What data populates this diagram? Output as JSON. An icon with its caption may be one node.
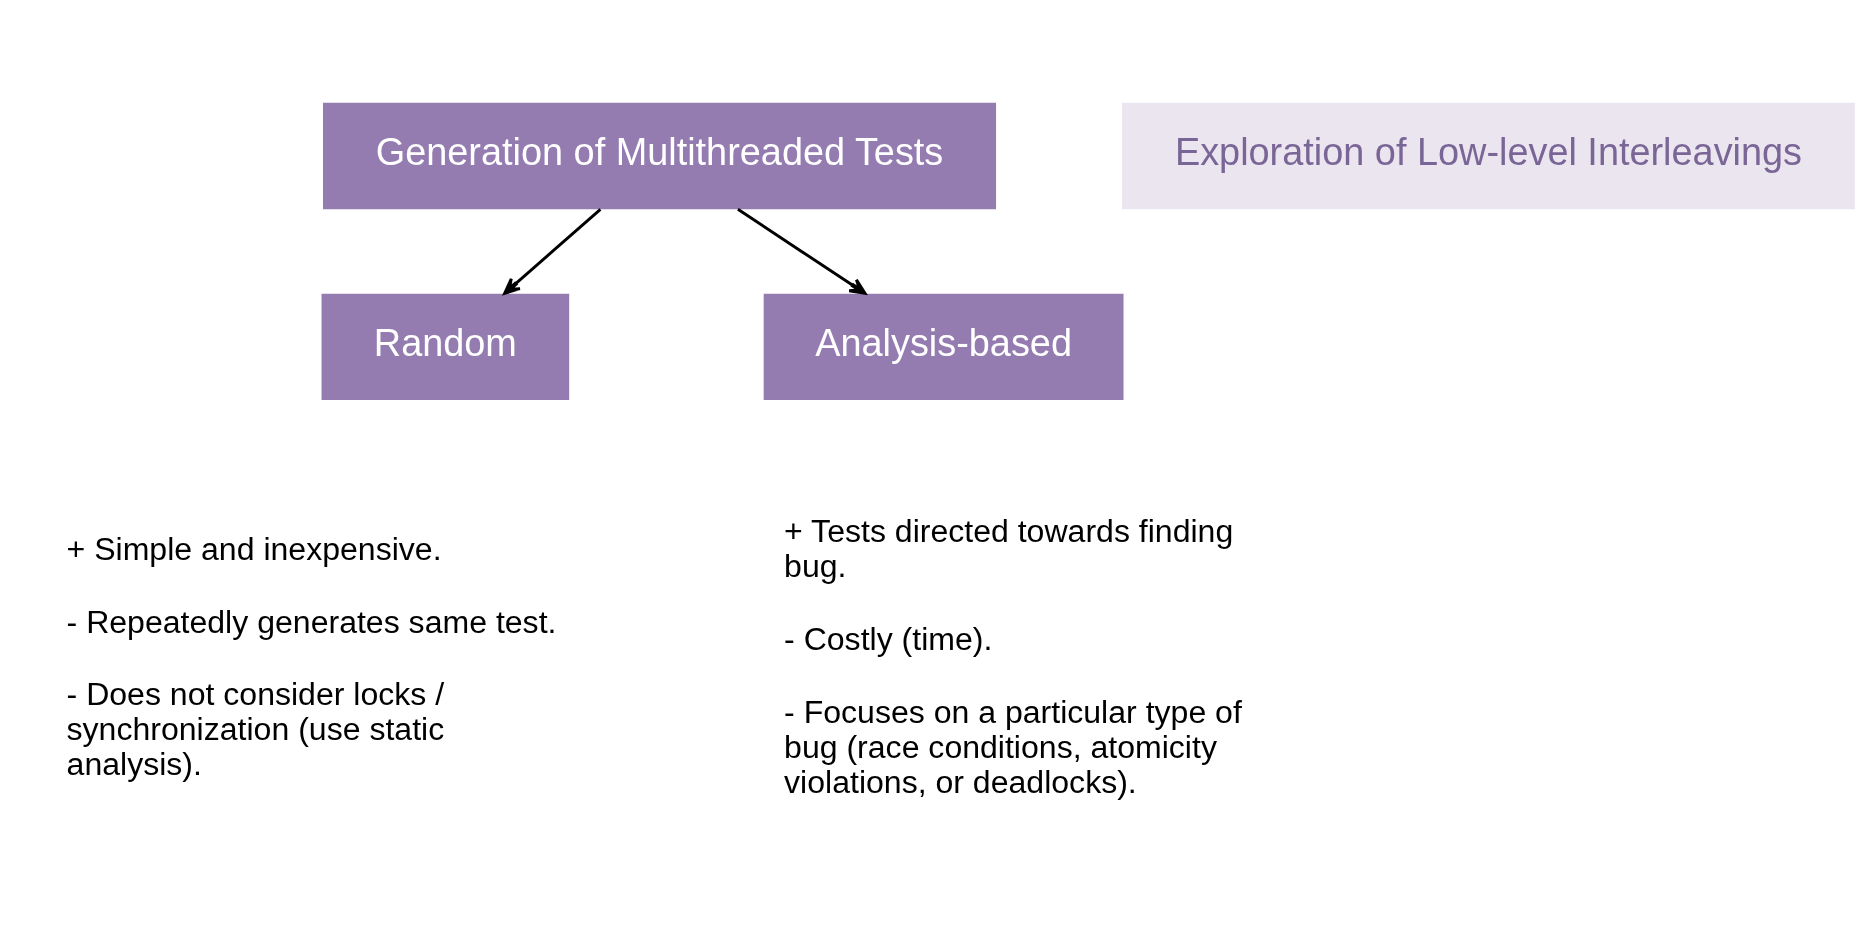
{
  "diagram": {
    "nodes": [
      {
        "text": [
          "Generation of Multithreaded Tests"
        ]
      },
      {
        "text": [
          "Exploration of Low-level Interleavings"
        ]
      },
      {
        "text": [
          "Random"
        ],
        "beside": [
          "+ Simple and inexpensive.",
          "- Repeatedly generates same test.",
          "- Does not consider locks / synchronization (use static analysis)."
        ]
      },
      {
        "text": [
          "Analysis-based"
        ],
        "beside": [
          "+ Tests directed towards finding bug.",
          "- Costly (time).",
          "- Focuses on a particular type of bug (race conditions, atomicity violations, or deadlocks)."
        ]
      }
    ],
    "edges": [
      {
        "from": 0,
        "to": 2,
        "arrow": "to"
      },
      {
        "from": 0,
        "to": 3,
        "arrow": "to"
      }
    ]
  }
}
